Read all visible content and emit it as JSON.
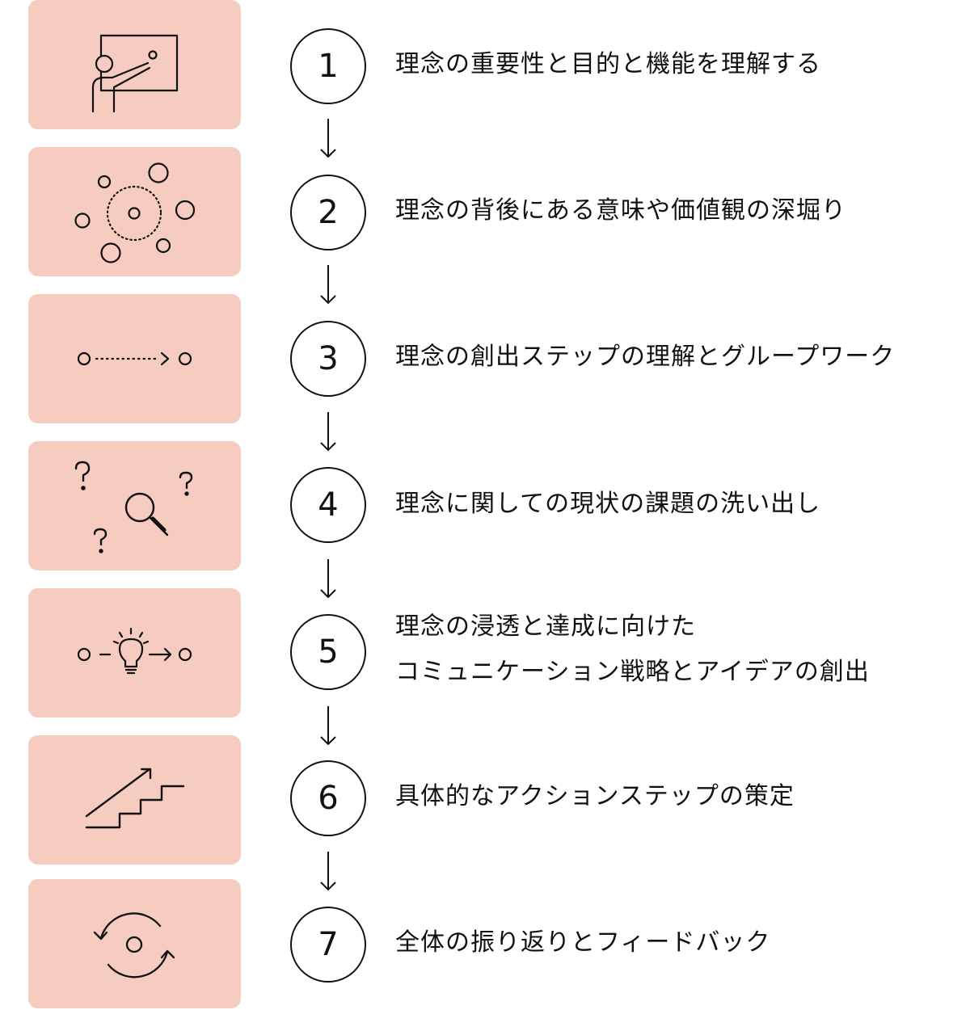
{
  "colors": {
    "card": "#f6cbc0",
    "ink": "#111111",
    "background": "#ffffff"
  },
  "steps": [
    {
      "number": "1",
      "label": "理念の重要性と目的と機能を理解する",
      "icon": "presenter-board-icon"
    },
    {
      "number": "2",
      "label": "理念の背後にある意味や価値観の深堀り",
      "icon": "circles-dotted-ring-icon"
    },
    {
      "number": "3",
      "label": "理念の創出ステップの理解とグループワーク",
      "icon": "dotted-path-icon"
    },
    {
      "number": "4",
      "label": "理念に関しての現状の課題の洗い出し",
      "icon": "magnifier-questions-icon"
    },
    {
      "number": "5",
      "label": "理念の浸透と達成に向けた",
      "label_line2": "コミュニケーション戦略とアイデアの創出",
      "icon": "lightbulb-flow-icon"
    },
    {
      "number": "6",
      "label": "具体的なアクションステップの策定",
      "icon": "stairs-up-icon"
    },
    {
      "number": "7",
      "label": "全体の振り返りとフィードバック",
      "icon": "cycle-arrows-icon"
    }
  ]
}
